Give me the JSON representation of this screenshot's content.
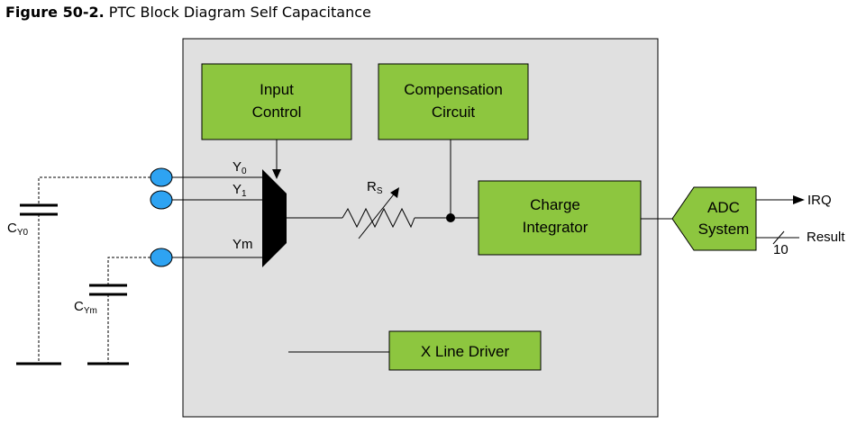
{
  "caption": {
    "prefix": "Figure 50-2.",
    "text": " PTC Block Diagram Self Capacitance"
  },
  "blocks": {
    "input_control": [
      "Input",
      "Control"
    ],
    "compensation": [
      "Compensation",
      "Circuit"
    ],
    "charge_integrator": [
      "Charge",
      "Integrator"
    ],
    "adc": [
      "ADC",
      "System"
    ],
    "x_line_driver": "X Line Driver"
  },
  "pins": {
    "y0": "Y",
    "y0_sub": "0",
    "y1": "Y",
    "y1_sub": "1",
    "ym": "Ym"
  },
  "resistor": {
    "label": "R",
    "sub": "S"
  },
  "capacitors": {
    "cy0": "C",
    "cy0_sub": "Y0",
    "cym": "C",
    "cym_sub": "Ym"
  },
  "outputs": {
    "irq": "IRQ",
    "result": "Result",
    "bus_width": "10"
  },
  "colors": {
    "block_fill": "#8DC63F",
    "panel_fill": "#E0E0E0",
    "pin_fill": "#2EA3F2"
  }
}
